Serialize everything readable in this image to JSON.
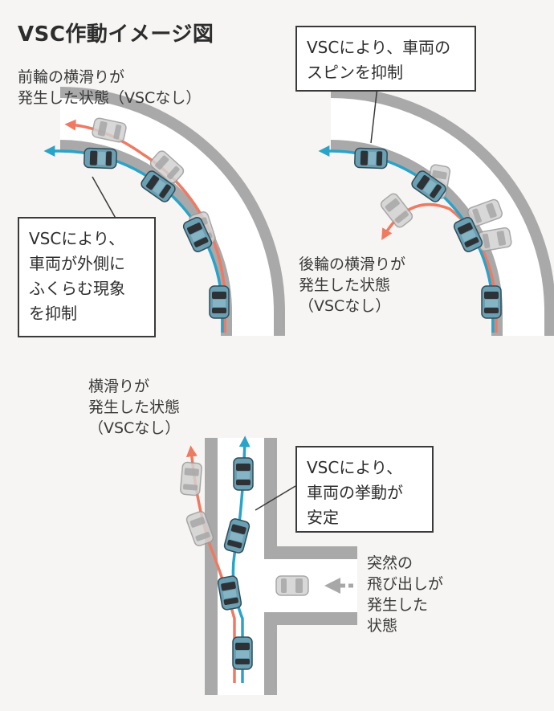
{
  "title": "VSC作動イメージ図",
  "panel_understeer": {
    "skid_label": "前輪の横滑りが\n発生した状態（VSCなし）",
    "box_text": "VSCにより、\n車両が外側に\nふくらむ現象\nを抑制"
  },
  "panel_oversteer": {
    "box_text": "VSCにより、車両の\nスピンを抑制",
    "skid_label": "後輪の横滑りが\n発生した状態\n（VSCなし）"
  },
  "panel_avoidance": {
    "skid_label": "横滑りが\n発生した状態\n（VSCなし）",
    "box_text": "VSCにより、\n車両の挙動が\n安定",
    "event_label": "突然の\n飛び出しが\n発生した\n状態"
  },
  "colors": {
    "background": "#f6f5f3",
    "road_edge": "#a9a9a9",
    "road_surface": "#ffffff",
    "vsc_path": "#2aa3c9",
    "skid_path": "#ef7a62",
    "car_body": "#6b9fb2",
    "car_ghost": "#c9c9c9",
    "approach_arrow": "#a8a8a8"
  },
  "icons": {
    "car": "car-top-view-icon",
    "ghost_car": "ghost-car-icon",
    "vsc_arrow": "blue-arrow-icon",
    "skid_arrow": "red-arrow-icon",
    "approach_arrow": "dashed-arrow-icon"
  }
}
